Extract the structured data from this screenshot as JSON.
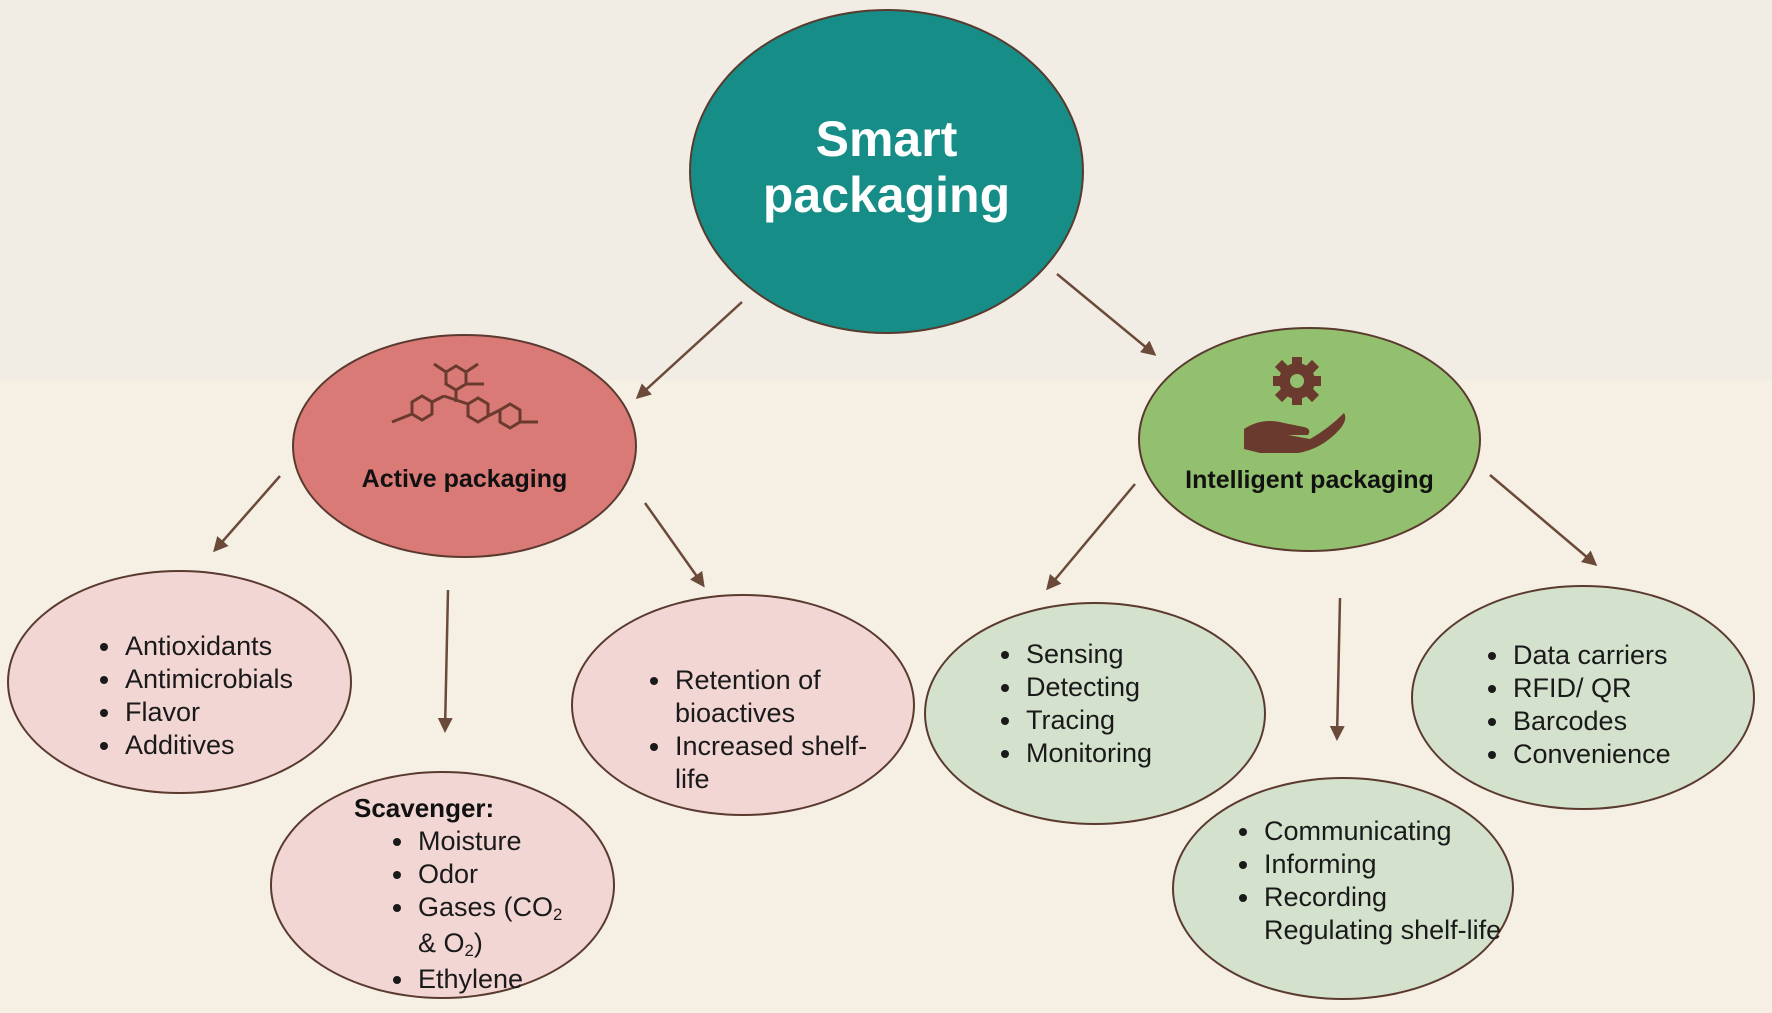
{
  "root": {
    "label": "Smart packaging"
  },
  "categories": {
    "active": {
      "label": "Active packaging",
      "icon": "molecule-icon"
    },
    "intelligent": {
      "label": "Intelligent packaging",
      "icon": "hand-gear-icon"
    }
  },
  "active_leaves": {
    "additives": {
      "items": [
        "Antioxidants",
        "Antimicrobials",
        "Flavor",
        "Additives"
      ]
    },
    "scavenger": {
      "title": "Scavenger:",
      "items": [
        "Moisture",
        "Odor",
        "Gases (CO",
        "2",
        "& O",
        "2",
        ")",
        "Ethylene"
      ]
    },
    "retention": {
      "items": [
        "Retention of bioactives",
        "Increased shelf-life"
      ]
    }
  },
  "intelligent_leaves": {
    "sensing": {
      "items": [
        "Sensing",
        "Detecting",
        "Tracing",
        "Monitoring"
      ]
    },
    "communicating": {
      "items": [
        "Communicating",
        "Informing",
        "Recording",
        "Regulating shelf-life"
      ]
    },
    "data": {
      "items": [
        "Data carriers",
        "RFID/ QR",
        "Barcodes",
        "Convenience"
      ]
    }
  },
  "colors": {
    "root": "#168d86",
    "active": "#d97a77",
    "intelligent": "#93c06f",
    "active_leaf": "#f2d6d4",
    "intelligent_leaf": "#d4e1cc",
    "arrow": "#6b4a3a"
  }
}
